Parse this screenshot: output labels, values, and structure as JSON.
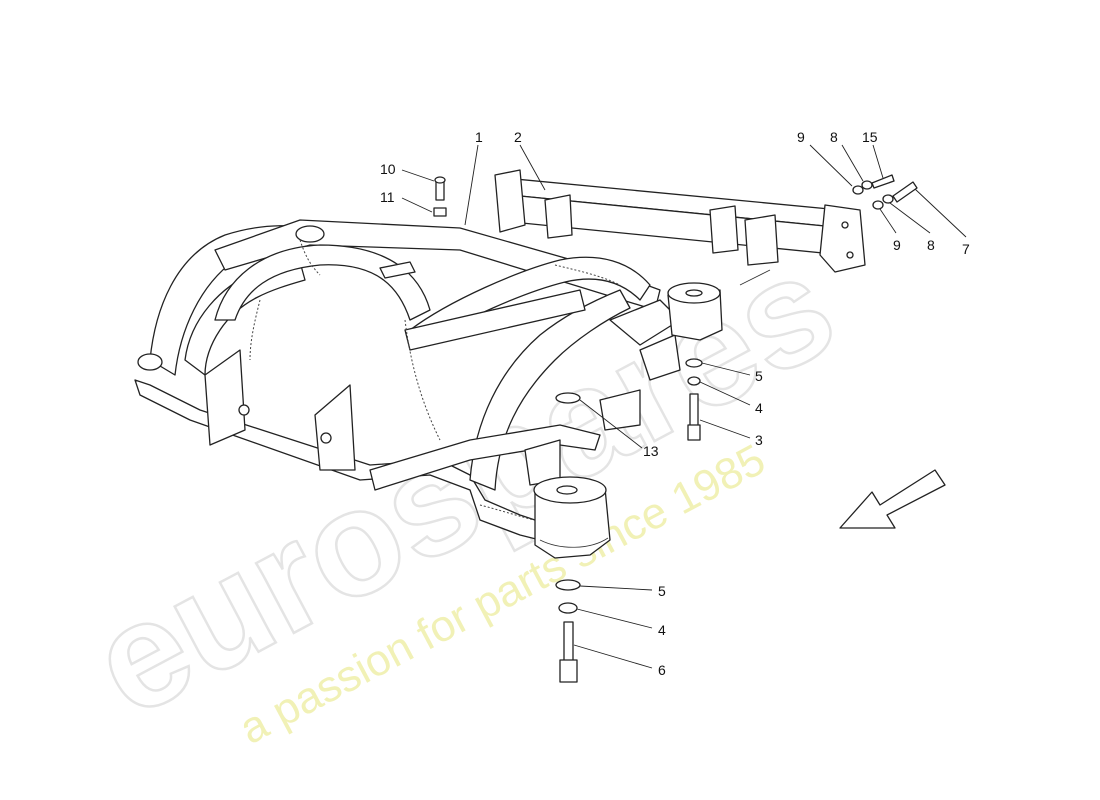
{
  "diagram": {
    "callouts": [
      "1",
      "2",
      "3",
      "4",
      "5",
      "6",
      "7",
      "8",
      "9",
      "10",
      "11",
      "13",
      "15"
    ],
    "labels": [
      {
        "text": "1"
      },
      {
        "text": "2"
      },
      {
        "text": "9"
      },
      {
        "text": "8"
      },
      {
        "text": "15"
      },
      {
        "text": "10"
      },
      {
        "text": "11"
      },
      {
        "text": "9"
      },
      {
        "text": "8"
      },
      {
        "text": "7"
      },
      {
        "text": "5"
      },
      {
        "text": "4"
      },
      {
        "text": "3"
      },
      {
        "text": "13"
      },
      {
        "text": "5"
      },
      {
        "text": "4"
      },
      {
        "text": "6"
      }
    ]
  },
  "watermark": {
    "brand": "eurospares",
    "tagline": "a passion for parts since 1985"
  },
  "colors": {
    "line": "#222222",
    "watermark_brand": "#e4e4e4",
    "watermark_tagline": "#f1f1b6"
  }
}
